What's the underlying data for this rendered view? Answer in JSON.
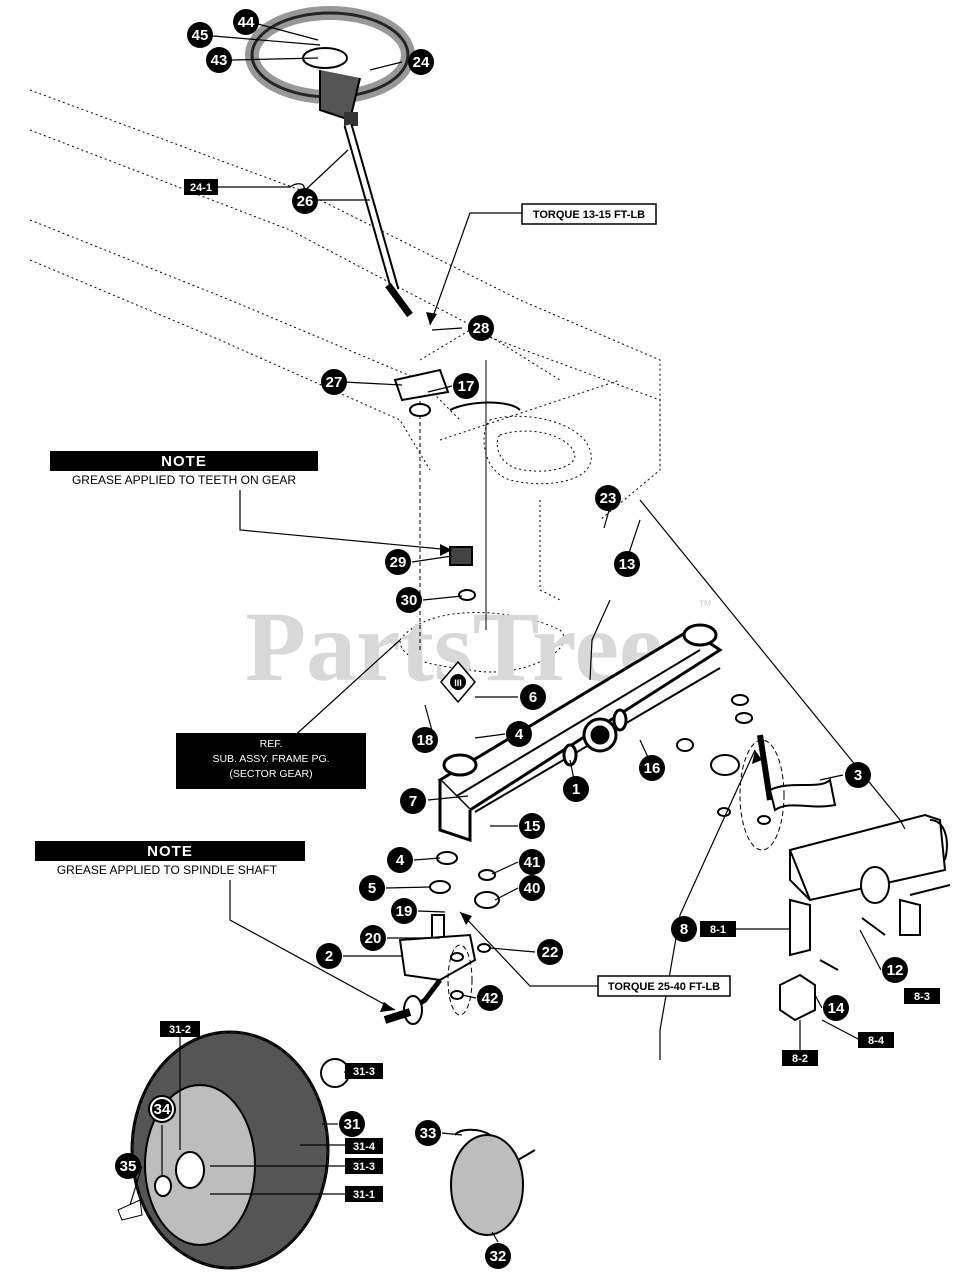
{
  "watermark": {
    "text": "PartsTree",
    "tm": "™"
  },
  "notes": [
    {
      "title": "NOTE",
      "text": "GREASE APPLIED TO TEETH ON GEAR"
    },
    {
      "title": "NOTE",
      "text": "GREASE APPLIED TO SPINDLE SHAFT"
    }
  ],
  "torque_labels": [
    "TORQUE 13-15 FT-LB",
    "TORQUE 25-40 FT-LB"
  ],
  "reference_box": {
    "lines": [
      "REF.",
      "SUB. ASSY. FRAME PG.",
      "(SECTOR GEAR)"
    ]
  },
  "callouts": [
    "44",
    "45",
    "43",
    "24",
    "26",
    "28",
    "27",
    "17",
    "29",
    "30",
    "23",
    "13",
    "6",
    "4",
    "18",
    "7",
    "1",
    "15",
    "16",
    "3",
    "4",
    "5",
    "19",
    "20",
    "2",
    "41",
    "40",
    "22",
    "42",
    "12",
    "14",
    "34",
    "31",
    "35",
    "33",
    "32",
    "8"
  ],
  "sub_tags": [
    "24-1",
    "8-1",
    "8-3",
    "8-4",
    "8-2",
    "31-2",
    "31-3",
    "31-4",
    "31-3",
    "31-1"
  ],
  "colors": {
    "ink": "#000000",
    "paper": "#ffffff",
    "watermark": "#d8d8d8"
  }
}
